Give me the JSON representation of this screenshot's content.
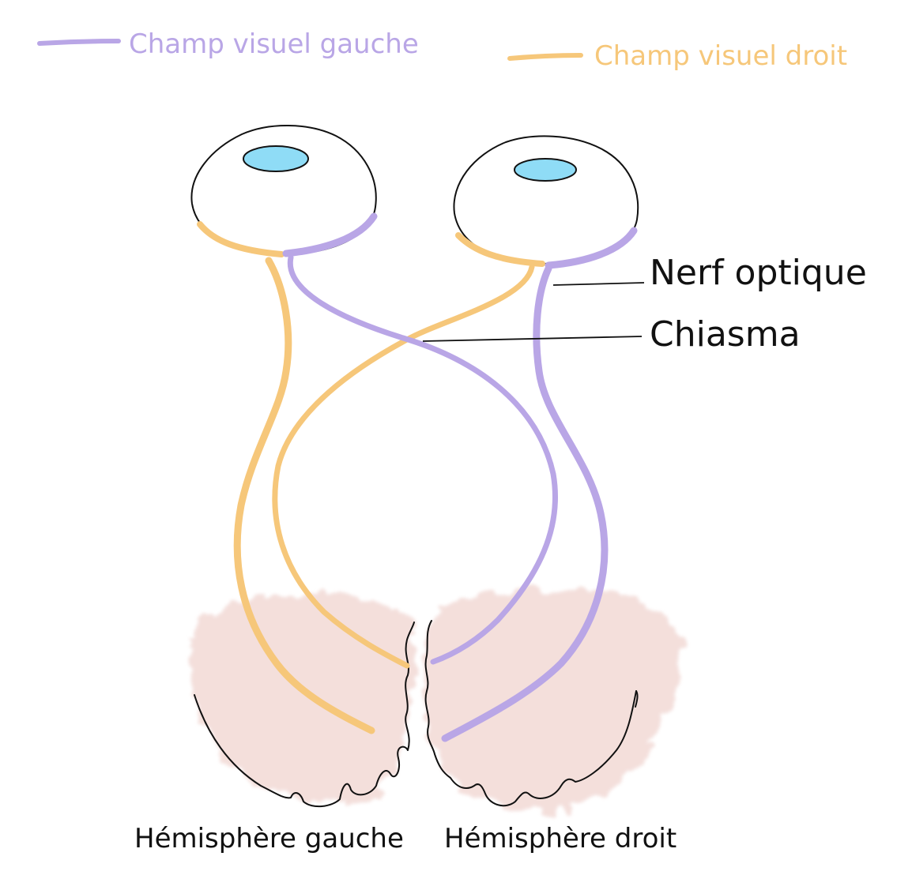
{
  "legend": {
    "left_field_label": "Champ visuel gauche",
    "right_field_label": "Champ visuel droit"
  },
  "labels": {
    "optic_nerve": "Nerf optique",
    "chiasm": "Chiasma",
    "left_hemisphere": "Hémisphère gauche",
    "right_hemisphere": "Hémisphère droit"
  },
  "colors": {
    "left_field": "#b9a6e6",
    "right_field": "#f6c77a",
    "pupil": "#8fdcf6",
    "hemisphere": "#f3dcd8",
    "outline": "#111111"
  }
}
